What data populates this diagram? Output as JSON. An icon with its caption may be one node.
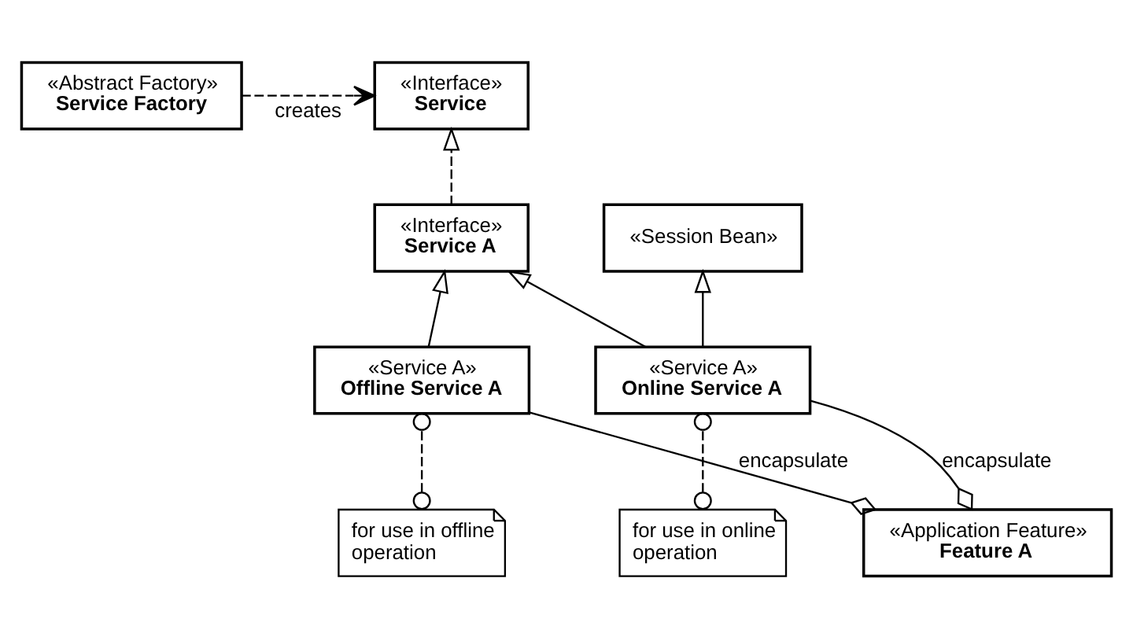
{
  "diagram": {
    "nodes": [
      {
        "text": [
          "«Abstract Factory»",
          "Service Factory"
        ]
      },
      {
        "text": [
          "«Interface»",
          "Service"
        ]
      },
      {
        "text": [
          "«Interface»",
          "Service A"
        ]
      },
      {
        "text": [
          "«Session Bean»"
        ]
      },
      {
        "text": [
          "«Service A»",
          "Offline Service A"
        ]
      },
      {
        "text": [
          "«Service A»",
          "Online Service A"
        ]
      },
      {
        "text": [
          "for use in offline operation"
        ]
      },
      {
        "text": [
          "for use in online operation"
        ]
      },
      {
        "text": [
          "«Application Feature»",
          "Feature A"
        ]
      }
    ],
    "edges": [
      {
        "from": 0,
        "to": 1,
        "arrow": "to",
        "style": "dashed",
        "label": "creates"
      },
      {
        "from": 2,
        "to": 1,
        "arrow": "to",
        "style": "dashed"
      },
      {
        "from": 4,
        "to": 2,
        "arrow": "to"
      },
      {
        "from": 5,
        "to": 2,
        "arrow": "to"
      },
      {
        "from": 5,
        "to": 3,
        "arrow": "to"
      },
      {
        "from": 6,
        "to": 4,
        "arrow": "other",
        "style": "dashed"
      },
      {
        "from": 7,
        "to": 5,
        "arrow": "other",
        "style": "dashed"
      },
      {
        "from": 4,
        "to": 8,
        "arrow": "other",
        "label": "encapsulate"
      },
      {
        "from": 5,
        "to": 8,
        "arrow": "other",
        "label": "encapsulate"
      }
    ]
  }
}
